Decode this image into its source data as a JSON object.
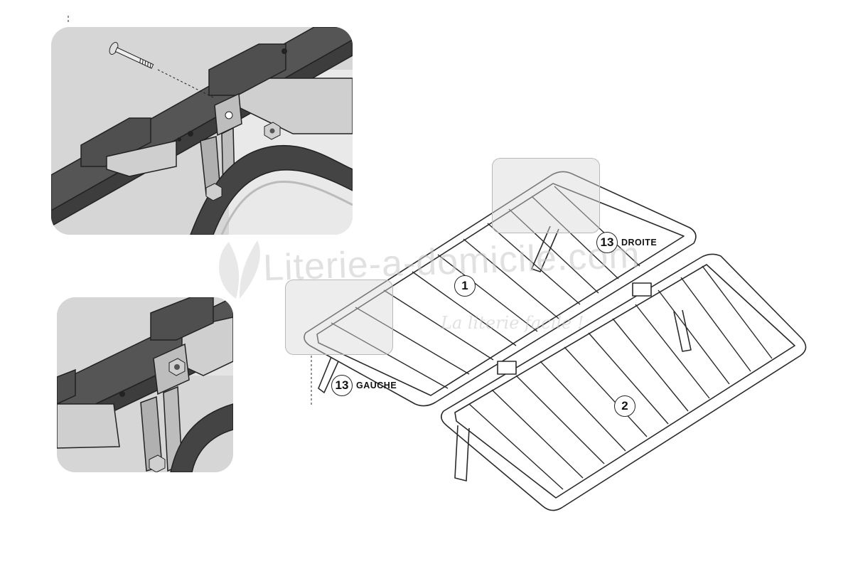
{
  "labels": {
    "part_1": "1",
    "part_2": "2",
    "part_13_right": "13",
    "right_text": "DROITE",
    "part_13_left": "13",
    "left_text": "GAUCHE"
  },
  "watermark": {
    "main": "Literie-a-domicile.com",
    "sub": "La literie facile !"
  },
  "colors": {
    "frame_stroke": "#2a2a2a",
    "inset_background": "#d9d9d9",
    "dark_part": "#4a4a4a",
    "light_part": "#bdbdbd"
  }
}
